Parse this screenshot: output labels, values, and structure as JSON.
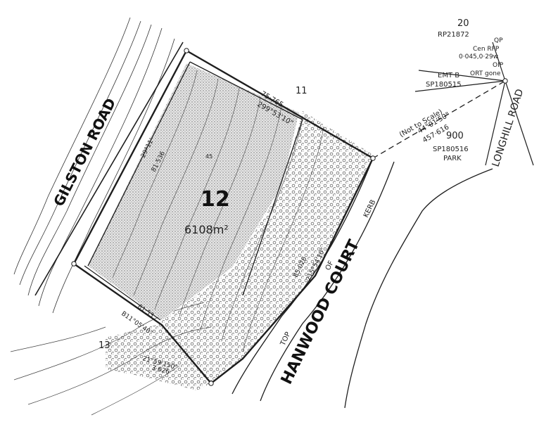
{
  "colors": {
    "ink": "#1e1e1e",
    "paper": "#ffffff",
    "stipple": "#9a9a9a",
    "hatch": "#c9c9c9"
  },
  "lot": {
    "number": "12",
    "area": "6108m²"
  },
  "roads": {
    "gilston": "GILSTON ROAD",
    "hanwood": "HANWOOD COURT",
    "longhill": "LONGHILL ROAD",
    "top_of_kerb": [
      "TOP",
      "OF",
      "KERB"
    ]
  },
  "neighbours": {
    "lot_11": "11",
    "lot_13": "13"
  },
  "boundaries": {
    "north_length": "75·765",
    "north_bearing": "299°53'10\"",
    "west_length": "81·536",
    "west_bearing": "29°11'",
    "southwest_length": "61·53",
    "southwest_bearing": "B11°05'40\"",
    "southeast_bearing": "215°54'10\"",
    "southeast_length": "85·026",
    "bottom_bearing": "21°59'150\"",
    "bottom_length": "3·626"
  },
  "connection": {
    "not_to_scale": "(Not to Scale)",
    "bearing": "44°01'50\"",
    "distance": "457·616"
  },
  "reference": {
    "lot_20": "20",
    "rp": "RP21872",
    "qp": "QP",
    "cen_rfp": "Cen RFP",
    "rfp_values": "0·045,0·29w",
    "oip": "OIP",
    "ort": "ORT gone",
    "emt": "EMT B",
    "sp_emt": "SP180515",
    "lot_900": "900",
    "sp_park": "SP180516",
    "park": "PARK"
  },
  "contour_label": "45"
}
